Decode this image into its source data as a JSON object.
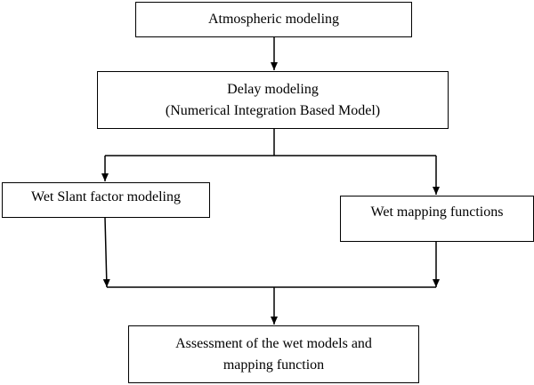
{
  "nodes": {
    "atmospheric": {
      "label": "Atmospheric modeling"
    },
    "delay": {
      "line1": "Delay modeling",
      "line2": "(Numerical Integration Based Model)"
    },
    "slant": {
      "label": "Wet Slant factor modeling"
    },
    "mapping": {
      "label": "Wet mapping functions"
    },
    "assessment": {
      "line1": "Assessment of the wet models and",
      "line2": "mapping function"
    }
  },
  "colors": {
    "line": "#000000",
    "background": "#ffffff"
  }
}
